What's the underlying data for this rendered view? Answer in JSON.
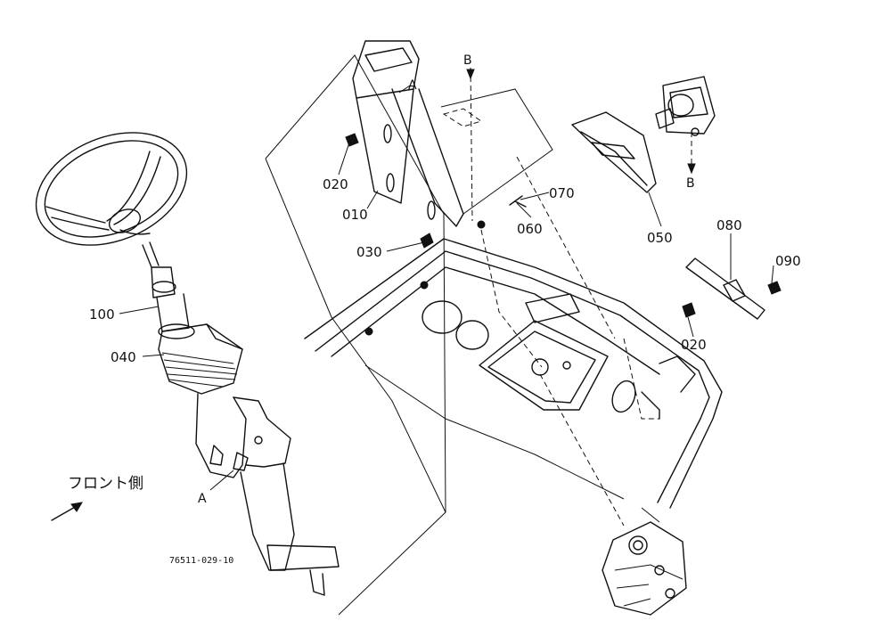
{
  "labels": {
    "p010": "010",
    "p020a": "020",
    "p020b": "020",
    "p030": "030",
    "p040": "040",
    "p050": "050",
    "p060": "060",
    "p070": "070",
    "p080": "080",
    "p090": "090",
    "p100": "100",
    "refA_top": "A",
    "refA_bottom": "A",
    "refB_top": "B",
    "refB_right": "B"
  },
  "front_label": "フロント側",
  "drawing_code": "76511-029-10"
}
